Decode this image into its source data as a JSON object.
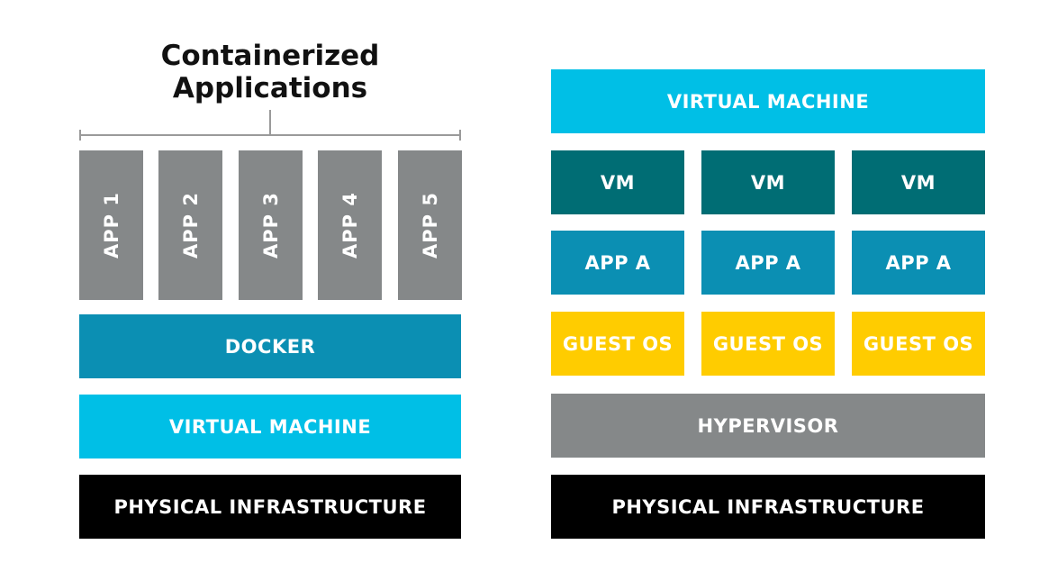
{
  "left": {
    "title": "Containerized\nApplications",
    "title_line1": "Containerized",
    "title_line2": "Applications",
    "apps": [
      "APP 1",
      "APP 2",
      "APP 3",
      "APP 4",
      "APP 5"
    ],
    "docker": "DOCKER",
    "virtual_machine": "VIRTUAL MACHINE",
    "physical": "PHYSICAL INFRASTRUCTURE"
  },
  "right": {
    "virtual_machine": "VIRTUAL MACHINE",
    "vms": [
      "VM",
      "VM",
      "VM"
    ],
    "apps": [
      "APP A",
      "APP A",
      "APP A"
    ],
    "guest_os": [
      "GUEST OS",
      "GUEST OS",
      "GUEST OS"
    ],
    "hypervisor": "HYPERVISOR",
    "physical": "PHYSICAL INFRASTRUCTURE"
  },
  "colors": {
    "app_gray": "#858889",
    "docker_blue": "#0b8fb3",
    "vm_light_blue": "#00bfe6",
    "vm_dark_teal": "#006d74",
    "guest_os_yellow": "#ffcc00",
    "physical_black": "#000000",
    "bracket_gray": "#9a9a9a"
  }
}
